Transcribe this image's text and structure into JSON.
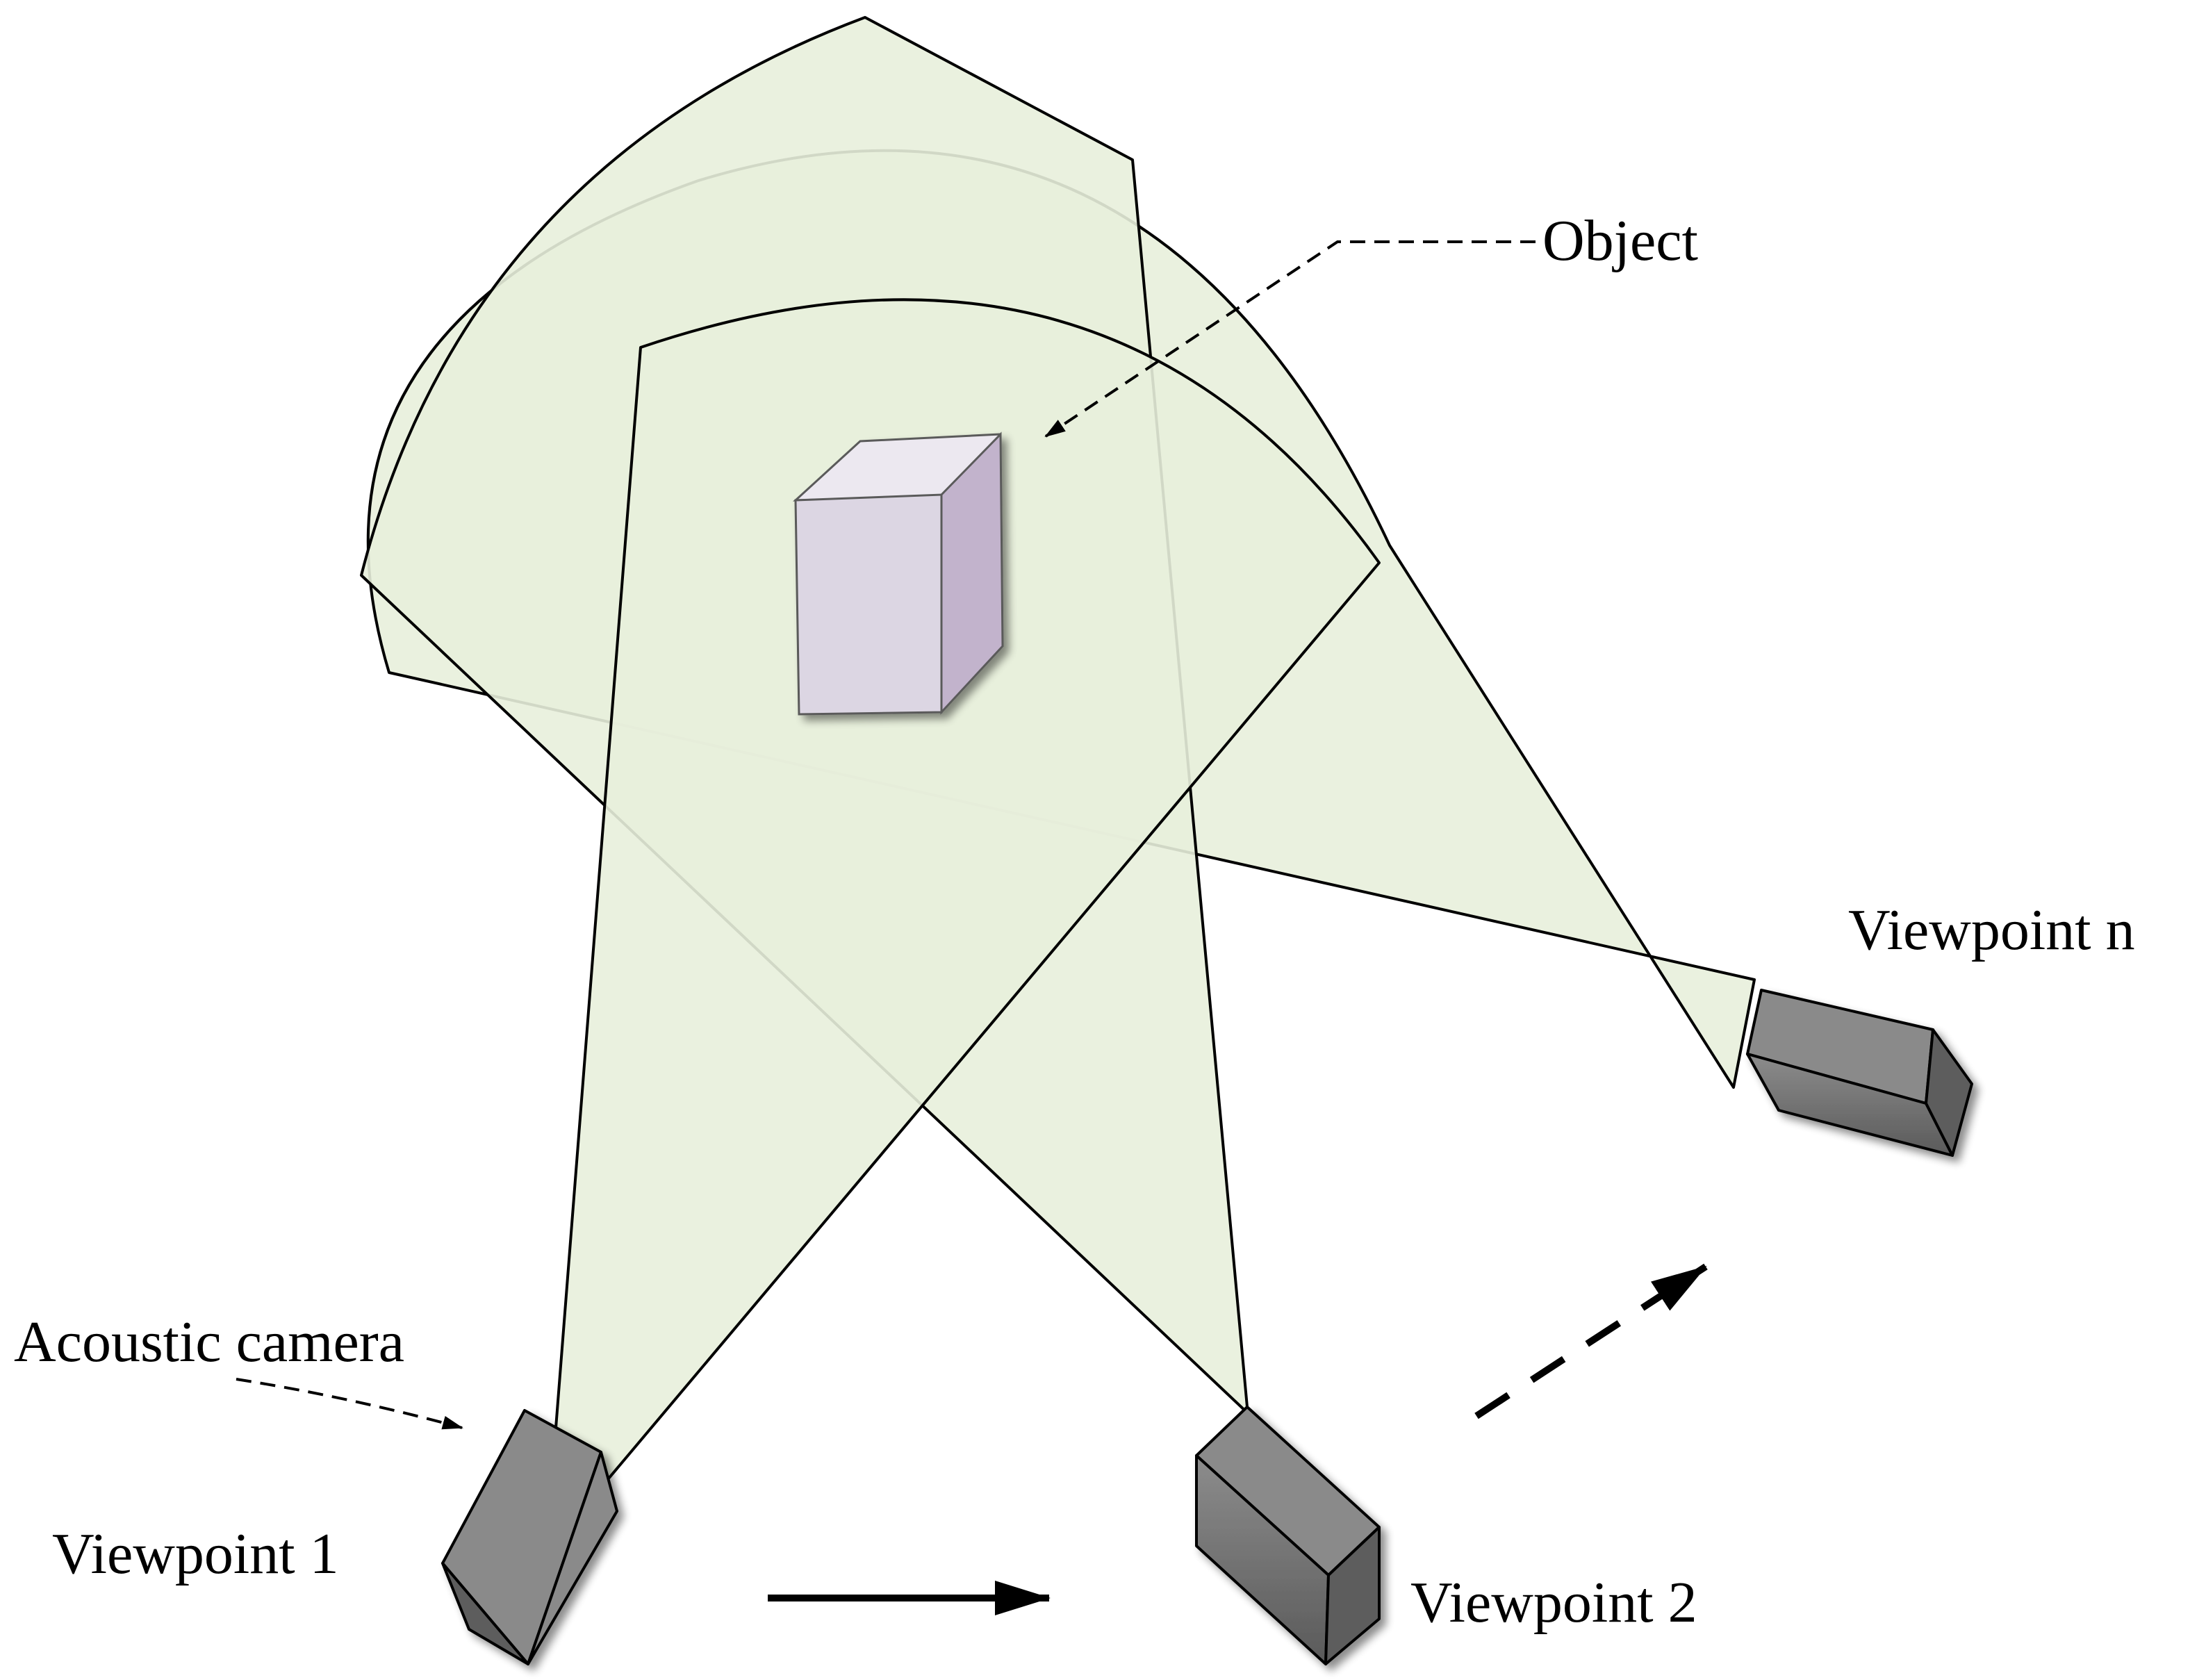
{
  "labels": {
    "object": "Object",
    "acoustic_camera": "Acoustic camera",
    "viewpoint_1": "Viewpoint 1",
    "viewpoint_2": "Viewpoint 2",
    "viewpoint_n": "Viewpoint n"
  },
  "colors": {
    "fov_fill": "#e8efdc",
    "object_front": "#dcd6e3",
    "object_top": "#ece8f0",
    "object_side": "#c2b3cc",
    "camera_body": "#7f7f7f",
    "camera_dark": "#5a5a5a",
    "stroke": "#000000"
  }
}
